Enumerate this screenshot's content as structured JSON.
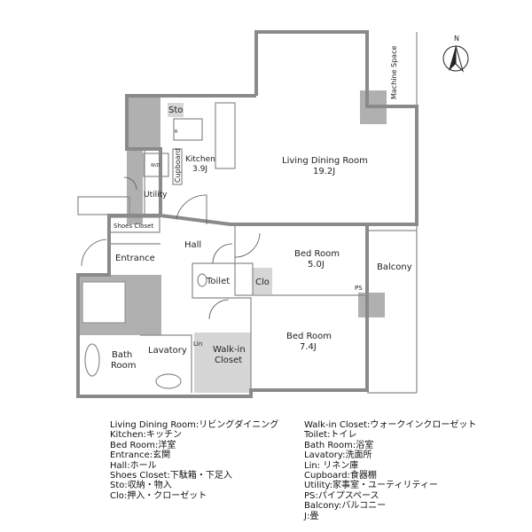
{
  "rooms": {
    "machine_space": "Machine Space",
    "sto": "Sto",
    "kitchen": "Kitchen",
    "kitchen_size": "3.9J",
    "cupboard": "Cupboard",
    "living": "Living Dining Room",
    "living_size": "19.2J",
    "utility": "Utility",
    "shoes_closet": "Shoes Closet",
    "hall": "Hall",
    "entrance": "Entrance",
    "bed1": "Bed Room",
    "bed1_size": "5.0J",
    "balcony": "Balcony",
    "toilet": "Toilet",
    "clo": "Clo",
    "ps": "PS",
    "bed2": "Bed Room",
    "bed2_size": "7.4J",
    "lin": "Lin",
    "lavatory": "Lavatory",
    "walkin1": "Walk-in",
    "walkin2": "Closet",
    "bath1": "Bath",
    "bath2": "Room",
    "fridge": "R",
    "washer": "W/D"
  },
  "compass": "N",
  "legend_left": [
    "Living Dining Room:リビングダイニング",
    "Kitchen:キッチン",
    "Bed Room:洋室",
    "Entrance:玄関",
    "Hall:ホール",
    "Shoes Closet:下駄箱・下足入",
    "Sto:収納・物入",
    "Clo:押入・クローゼット"
  ],
  "legend_right": [
    "Walk-in Closet:ウォークインクローゼット",
    "Toilet:トイレ",
    "Bath Room:浴室",
    "Lavatory:洗面所",
    "Lin: リネン庫",
    "Cupboard:食器棚",
    "Utility:家事室・ユーティリティー",
    "PS:パイプスペース",
    "Balcony:バルコニー",
    "J:畳"
  ]
}
